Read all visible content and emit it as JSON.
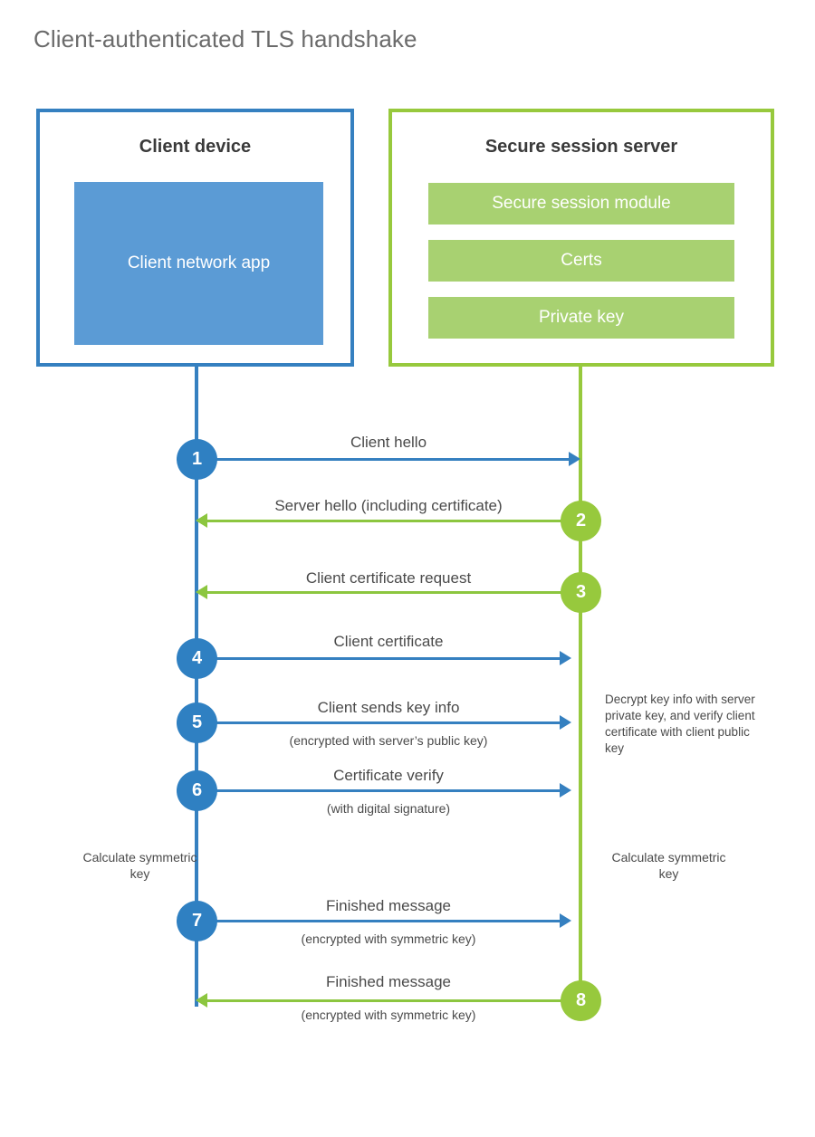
{
  "page": {
    "title": "Client-authenticated TLS handshake",
    "background": "#ffffff"
  },
  "colors": {
    "client_accent": "#3580c0",
    "client_fill": "#5b9bd5",
    "server_accent": "#97c93d",
    "server_fill": "#a8d171",
    "arrow_blue": "#3580c0",
    "arrow_green": "#8cc63f",
    "text": "#4a4a4a",
    "title_text": "#6b6b6b"
  },
  "actors": {
    "client": {
      "title": "Client device",
      "app_label": "Client network app"
    },
    "server": {
      "title": "Secure session server",
      "components": [
        "Secure session module",
        "Certs",
        "Private key"
      ]
    }
  },
  "steps": [
    {
      "number": "1",
      "label": "Client hello",
      "sublabel": "",
      "direction": "client-to-server",
      "color": "blue"
    },
    {
      "number": "2",
      "label": "Server hello (including certificate)",
      "sublabel": "",
      "direction": "server-to-client",
      "color": "green"
    },
    {
      "number": "3",
      "label": "Client certificate request",
      "sublabel": "",
      "direction": "server-to-client",
      "color": "green"
    },
    {
      "number": "4",
      "label": "Client certificate",
      "sublabel": "",
      "direction": "client-to-server",
      "color": "blue"
    },
    {
      "number": "5",
      "label": "Client sends key info",
      "sublabel": "(encrypted with server’s public key)",
      "direction": "client-to-server",
      "color": "blue"
    },
    {
      "number": "6",
      "label": "Certificate verify",
      "sublabel": "(with digital signature)",
      "direction": "client-to-server",
      "color": "blue"
    },
    {
      "number": "7",
      "label": "Finished message",
      "sublabel": "(encrypted with symmetric key)",
      "direction": "client-to-server",
      "color": "blue"
    },
    {
      "number": "8",
      "label": "Finished message",
      "sublabel": "(encrypted with symmetric key)",
      "direction": "server-to-client",
      "color": "green"
    }
  ],
  "notes": {
    "server_decrypt": "Decrypt key info with server private key, and verify client certificate with client public key",
    "client_calculate": "Calculate symmetric key",
    "server_calculate": "Calculate symmetric key"
  }
}
